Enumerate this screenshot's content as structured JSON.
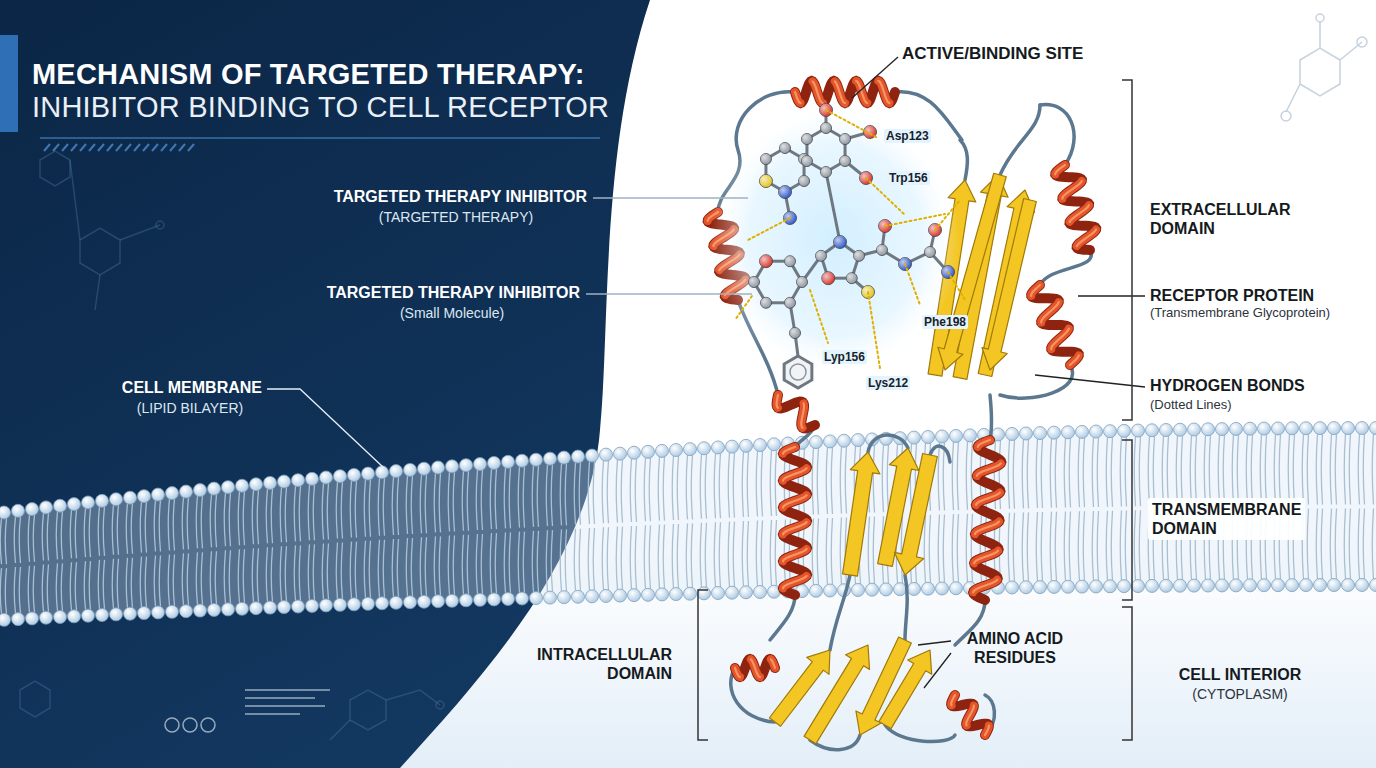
{
  "diagram": {
    "title": "MECHANISM OF TARGETED THERAPY: INHIBITOR BINDING TO CELL RECEPTOR",
    "labels": [
      "ACTIVE/BINDING SITE",
      "TARGETED THERAPY INHIBITOR",
      "(TARGETED THERAPY)",
      "Asp123",
      "Trp156",
      "TARGETED THERAPY INHIBITOR",
      "(Small Molecule)",
      "EXTRACELLULAR DOMAIN",
      "RECEPTOR PROTEIN",
      "(Transmembrane Glycoprotein)",
      "Phe198",
      "Lyp156",
      "Lys212",
      "HYDROGEN BONDS",
      "(Dotted Lines)",
      "CELL MEMBRANE",
      "(LIPID BILAYER)",
      "TRANSMEMBRANE DOMAIN",
      "INTRACELLULAR DOMAIN",
      "AMINO ACID RESIDUES",
      "CELL INTERIOR",
      "(CYTOPLASM)"
    ]
  }
}
